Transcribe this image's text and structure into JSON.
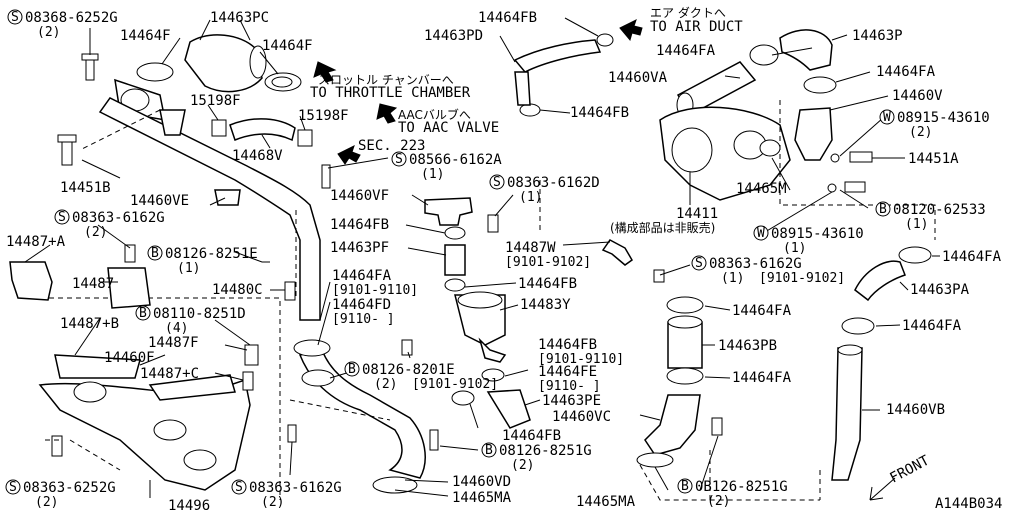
{
  "diagram_code": "A144B034",
  "front_label": "FRONT",
  "arrows": {
    "air_duct": {
      "jp": "エア ダクトへ",
      "en": "TO AIR DUCT"
    },
    "throttle": {
      "jp": "スロットル チャンバーへ",
      "en": "TO THROTTLE CHAMBER"
    },
    "aac": {
      "jp": "AACバルブへ",
      "en": "TO AAC VALVE"
    },
    "sec": {
      "en": "SEC. 223"
    }
  },
  "note_not_sold": "(構成部品は非販売)",
  "labels": [
    {
      "id": "s-08368-6252g",
      "badge": "S",
      "text": "08368-6252G",
      "qty": "(2)"
    },
    {
      "id": "14463pc",
      "text": "14463PC"
    },
    {
      "id": "14464f-a",
      "text": "14464F"
    },
    {
      "id": "14464f-b",
      "text": "14464F"
    },
    {
      "id": "15198f-a",
      "text": "15198F"
    },
    {
      "id": "15198f-b",
      "text": "15198F"
    },
    {
      "id": "14468v",
      "text": "14468V"
    },
    {
      "id": "14451b",
      "text": "14451B"
    },
    {
      "id": "14460ve",
      "text": "14460VE"
    },
    {
      "id": "s-08363-6162g-a",
      "badge": "S",
      "text": "08363-6162G",
      "qty": "(2)"
    },
    {
      "id": "14487a",
      "text": "14487+A"
    },
    {
      "id": "14487",
      "text": "14487"
    },
    {
      "id": "b-08126-8251e",
      "badge": "B",
      "text": "08126-8251E",
      "qty": "(1)"
    },
    {
      "id": "14480c",
      "text": "14480C"
    },
    {
      "id": "b-08110-8251d",
      "badge": "B",
      "text": "08110-8251D",
      "qty": "(4)"
    },
    {
      "id": "14487b",
      "text": "14487+B"
    },
    {
      "id": "14487f",
      "text": "14487F"
    },
    {
      "id": "14460f",
      "text": "14460F"
    },
    {
      "id": "14487c",
      "text": "14487+C"
    },
    {
      "id": "s-08363-6252g",
      "badge": "S",
      "text": "08363-6252G",
      "qty": "(2)"
    },
    {
      "id": "14496",
      "text": "14496"
    },
    {
      "id": "s-08363-6162g-b",
      "badge": "S",
      "text": "08363-6162G",
      "qty": "(2)"
    },
    {
      "id": "14464fb-top",
      "text": "14464FB"
    },
    {
      "id": "14463pd",
      "text": "14463PD"
    },
    {
      "id": "14464fb-mid",
      "text": "14464FB"
    },
    {
      "id": "s-08566-6162a",
      "badge": "S",
      "text": "08566-6162A",
      "qty": "(1)"
    },
    {
      "id": "14460vf",
      "text": "14460VF"
    },
    {
      "id": "s-08363-6162d",
      "badge": "S",
      "text": "08363-6162D",
      "qty": "(1)"
    },
    {
      "id": "14464fb-c",
      "text": "14464FB"
    },
    {
      "id": "14463pf",
      "text": "14463PF"
    },
    {
      "id": "14487w",
      "text": "14487W",
      "note": "[9101-9102]"
    },
    {
      "id": "14464fa-a",
      "text": "14464FA",
      "note": "[9101-9110]"
    },
    {
      "id": "14464fb-d",
      "text": "14464FB"
    },
    {
      "id": "14464fd",
      "text": "14464FD",
      "note": "[9110-    ]"
    },
    {
      "id": "14483y",
      "text": "14483Y"
    },
    {
      "id": "14464fb-e",
      "text": "14464FB",
      "note": "[9101-9110]"
    },
    {
      "id": "14464fe",
      "text": "14464FE",
      "note": "[9110-    ]"
    },
    {
      "id": "b-08126-8201e",
      "badge": "B",
      "text": "08126-8201E",
      "qty": "(2)",
      "note": "[9101-9102]"
    },
    {
      "id": "14463pe",
      "text": "14463PE"
    },
    {
      "id": "14460vc",
      "text": "14460VC"
    },
    {
      "id": "14464fb-f",
      "text": "14464FB"
    },
    {
      "id": "b-08126-8251g-a",
      "badge": "B",
      "text": "08126-8251G",
      "qty": "(2)"
    },
    {
      "id": "14460vd",
      "text": "14460VD"
    },
    {
      "id": "14465ma-a",
      "text": "14465MA"
    },
    {
      "id": "14465ma-b",
      "text": "14465MA"
    },
    {
      "id": "b-08126-8251g-b",
      "badge": "B",
      "text": "0B126-8251G",
      "qty": "(2)"
    },
    {
      "id": "14464fa-top",
      "text": "14464FA"
    },
    {
      "id": "14463p",
      "text": "14463P"
    },
    {
      "id": "14460va",
      "text": "14460VA"
    },
    {
      "id": "14464fa-b",
      "text": "14464FA"
    },
    {
      "id": "14460v",
      "text": "14460V"
    },
    {
      "id": "w-08915-43610-a",
      "badge": "W",
      "text": "08915-43610",
      "qty": "(2)"
    },
    {
      "id": "14451a",
      "text": "14451A"
    },
    {
      "id": "14465m",
      "text": "14465M"
    },
    {
      "id": "b-08120-62533",
      "badge": "B",
      "text": "08120-62533",
      "qty": "(1)"
    },
    {
      "id": "14411",
      "text": "14411"
    },
    {
      "id": "w-08915-43610-b",
      "badge": "W",
      "text": "08915-43610",
      "qty": "(1)"
    },
    {
      "id": "14464fa-c",
      "text": "14464FA"
    },
    {
      "id": "s-08363-6162g-c",
      "badge": "S",
      "text": "08363-6162G",
      "qty": "(1)",
      "note": "[9101-9102]"
    },
    {
      "id": "14463pa",
      "text": "14463PA"
    },
    {
      "id": "14464fa-d",
      "text": "14464FA"
    },
    {
      "id": "14464fa-e",
      "text": "14464FA"
    },
    {
      "id": "14463pb",
      "text": "14463PB"
    },
    {
      "id": "14464fa-f",
      "text": "14464FA"
    },
    {
      "id": "14460vb",
      "text": "14460VB"
    }
  ]
}
